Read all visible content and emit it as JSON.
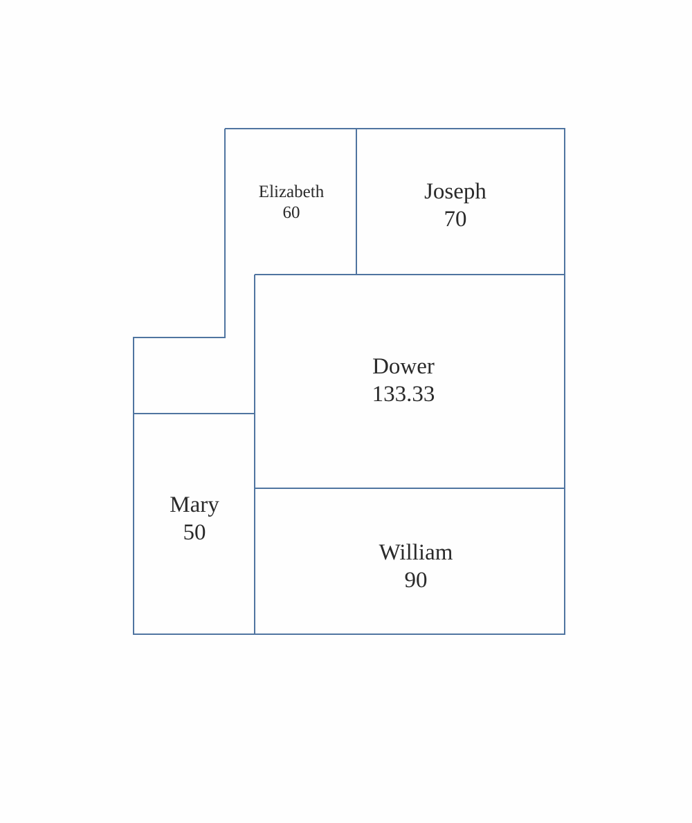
{
  "line_color": "#4f74a0",
  "parcels": [
    {
      "name": "Elizabeth",
      "value": "60"
    },
    {
      "name": "Joseph",
      "value": "70"
    },
    {
      "name": "Dower",
      "value": "133.33"
    },
    {
      "name": "Mary",
      "value": "50"
    },
    {
      "name": "William",
      "value": "90"
    }
  ]
}
